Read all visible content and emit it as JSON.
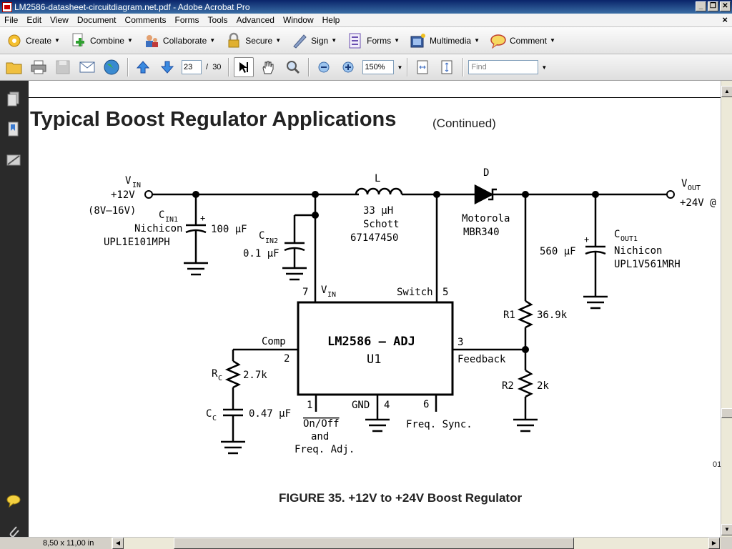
{
  "window": {
    "title": "LM2586-datasheet-circuitdiagram.net.pdf - Adobe Acrobat Pro",
    "buttons": [
      "_",
      "❐",
      "✕"
    ]
  },
  "menu": [
    "File",
    "Edit",
    "View",
    "Document",
    "Comments",
    "Forms",
    "Tools",
    "Advanced",
    "Window",
    "Help"
  ],
  "tasks": [
    {
      "label": "Create",
      "icon": "create-icon"
    },
    {
      "label": "Combine",
      "icon": "combine-icon"
    },
    {
      "label": "Collaborate",
      "icon": "collaborate-icon"
    },
    {
      "label": "Secure",
      "icon": "lock-icon"
    },
    {
      "label": "Sign",
      "icon": "pen-icon"
    },
    {
      "label": "Forms",
      "icon": "form-icon"
    },
    {
      "label": "Multimedia",
      "icon": "multimedia-icon"
    },
    {
      "label": "Comment",
      "icon": "comment-icon"
    }
  ],
  "toolbar": {
    "page_current": "23",
    "page_sep": "/",
    "page_total": "30",
    "zoom": "150%",
    "find_placeholder": "Find"
  },
  "document": {
    "heading": "Typical Boost Regulator Applications",
    "heading_cont": "(Continued)",
    "caption": "FIGURE 35. +12V to +24V Boost Regulator",
    "side_mark": "01",
    "circuit": {
      "vin_label": "V",
      "vin_sub": "IN",
      "vin_value": "+12V",
      "vin_range": "(8V–16V)",
      "cin1_name": "C",
      "cin1_sub": "IN1",
      "cin1_value": "100 μF",
      "cin1_maker": "Nichicon",
      "cin1_part": "UPL1E101MPH",
      "cin2_name": "C",
      "cin2_sub": "IN2",
      "cin2_value": "0.1 μF",
      "l_name": "L",
      "l_value": "33 μH",
      "l_maker": "Schott",
      "l_part": "67147450",
      "d_name": "D",
      "d_maker": "Motorola",
      "d_part": "MBR340",
      "vout_label": "V",
      "vout_sub": "OUT",
      "vout_value": "+24V @",
      "cout_name": "C",
      "cout_sub": "OUT1",
      "cout_value": "560 μF",
      "cout_maker": "Nichicon",
      "cout_part": "UPL1V561MRH",
      "r1_name": "R1",
      "r1_value": "36.9k",
      "r2_name": "R2",
      "r2_value": "2k",
      "rc_name": "R",
      "rc_sub": "C",
      "rc_value": "2.7k",
      "cc_name": "C",
      "cc_sub": "C",
      "cc_value": "0.47 μF",
      "ic_name": "LM2586 – ADJ",
      "ic_ref": "U1",
      "pin7": "7",
      "pin7_label_v": "V",
      "pin7_label_sub": "IN",
      "pin5": "5",
      "pin5_label": "Switch",
      "pin3": "3",
      "pin3_label": "Feedback",
      "pin2": "2",
      "pin2_label": "Comp",
      "pin1": "1",
      "pin1_label_a": "On/Off",
      "pin1_label_b": "and",
      "pin1_label_c": "Freq. Adj.",
      "pin4": "4",
      "pin4_label": "GND",
      "pin6": "6",
      "pin6_label": "Freq. Sync.",
      "plus": "+"
    }
  },
  "status": {
    "page_size": "8,50 x 11,00 in"
  }
}
